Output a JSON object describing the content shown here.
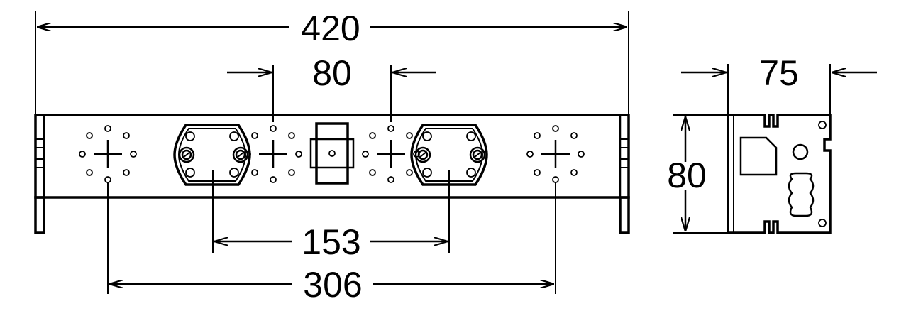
{
  "diagram": {
    "front_view": {
      "overall_width": "420",
      "spacing_top": "80",
      "lampholder_spacing": "153",
      "mounting_spacing": "306"
    },
    "side_view": {
      "depth": "75",
      "height": "80"
    }
  }
}
